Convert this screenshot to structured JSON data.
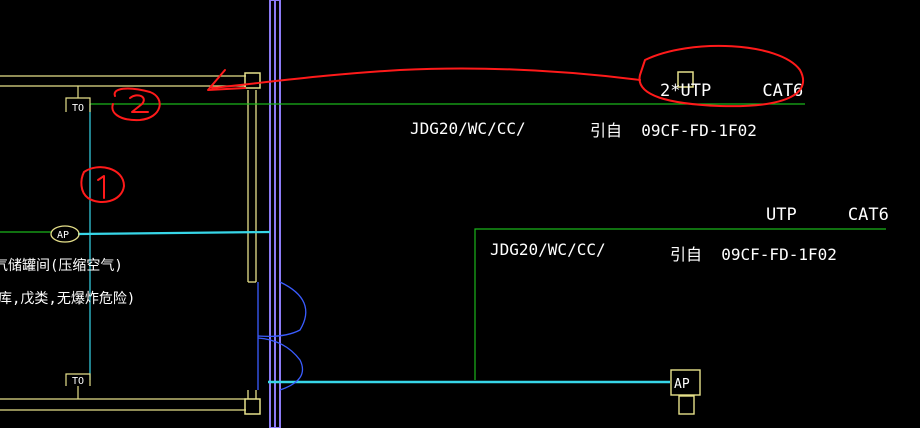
{
  "colors": {
    "background": "#000000",
    "wall_yellow": "#e6e08a",
    "cable_green": "#1bb51b",
    "cable_cyan": "#37d6e8",
    "door_blue": "#3a5cff",
    "column_purple": "#8c7bf5",
    "markup_red": "#ff1a1a",
    "text": "#ffffff"
  },
  "labels": {
    "top_cable_spec": "2*UTP     CAT6",
    "top_conduit": "JDG20/WC/CC/",
    "top_ref": "引自  09CF-FD-1F02",
    "mid_cable_spec": "UTP     CAT6",
    "mid_conduit": "JDG20/WC/CC/",
    "mid_ref": "引自  09CF-FD-1F02",
    "room_line1": "气储罐间(压缩空气)",
    "room_line2": "库,戊类,无爆炸危险)",
    "to_top": "TO",
    "to_bottom": "TO",
    "ap_left": "AP",
    "ap_right": "AP",
    "markup_1": "1",
    "markup_2": "2"
  }
}
